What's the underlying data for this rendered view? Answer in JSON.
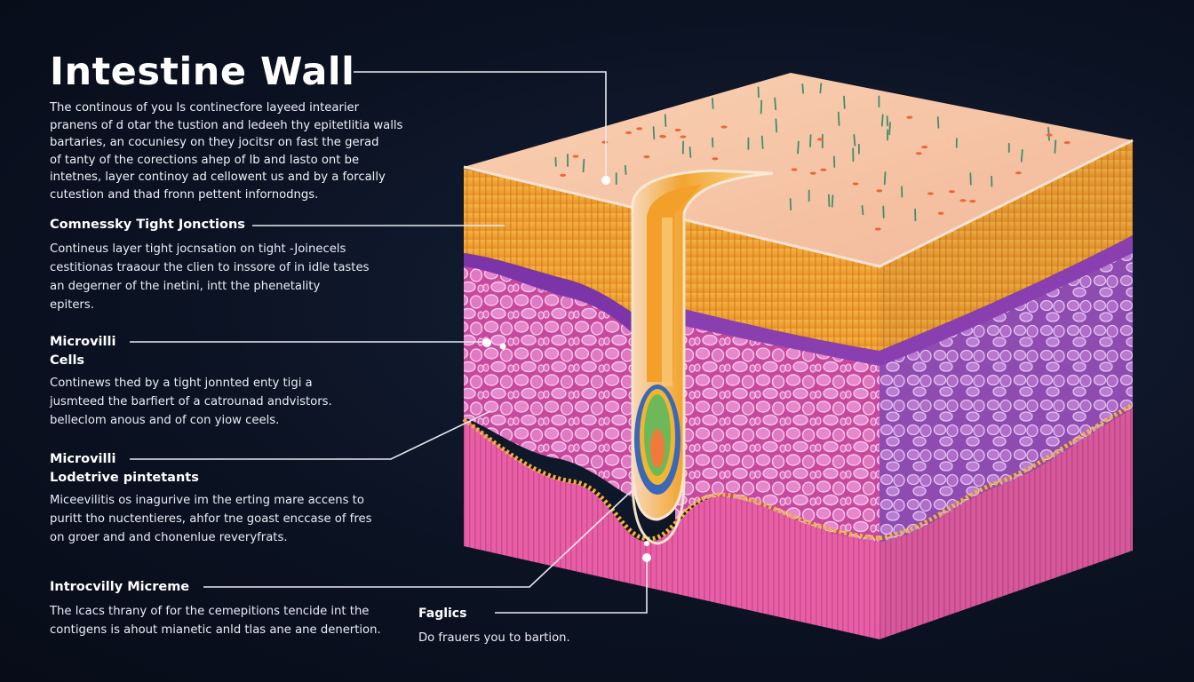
{
  "title": "Intestine Wall",
  "intro": [
    "The continous of you Is continecfore layeed intearier",
    "pranens of d otar the tustion and ledeeh thy epitetlitia walls",
    "bartaries, an cocuniesy on they jocitsr on fast the gerad",
    "of tanty of the corections ahep of lb and lasto ont be",
    "intetnes, layer continoy ad cellowent us and by a forcally",
    "cutestion and thad fronn pettent infornodngs."
  ],
  "sections": [
    {
      "heading": "Comnessky Tight Jonctions",
      "lines": [
        "Contineus layer tight jocnsation on tight -Joinecels",
        "cestitionas traaour the clien to inssore of in idle tastes",
        "an degerner of the inetini, intt the phenetality",
        "epiters."
      ]
    },
    {
      "heading": "Microvilli",
      "subheading": "Cells",
      "lines": [
        "Continews thed by a tight jonnted enty tigi a",
        "jusmteed the barfiert of a catrounad andvistors.",
        "belleclom anous and of con yiow ceels."
      ]
    },
    {
      "heading": "Microvilli",
      "subheading": "Lodetrive pintetants",
      "lines": [
        "Miceevilitis os inagurive im the erting mare accens to",
        "puritt tho nuctentieres, ahfor tne goast enccase of fres",
        "on groer and and chonenlue reveryfrats."
      ]
    },
    {
      "heading": "Introcvilly Micreme",
      "lines": [
        "The lcacs thrany of for the cemepitions tencide int the",
        "contigens is ahout mianetic anld tlas ane ane denertion."
      ]
    }
  ],
  "right_label": {
    "heading": "Faglics",
    "line": "Do frauers you to bartion."
  },
  "colors": {
    "background": "#0b1222",
    "epithelium_top": "#f7c7a6",
    "villi_orange": "#f4a42a",
    "membrane_purple": "#8a3fb0",
    "tissue_pink": "#e267b8",
    "submucosa_pink": "#e2519f",
    "leader_line": "#e6e9ef"
  }
}
